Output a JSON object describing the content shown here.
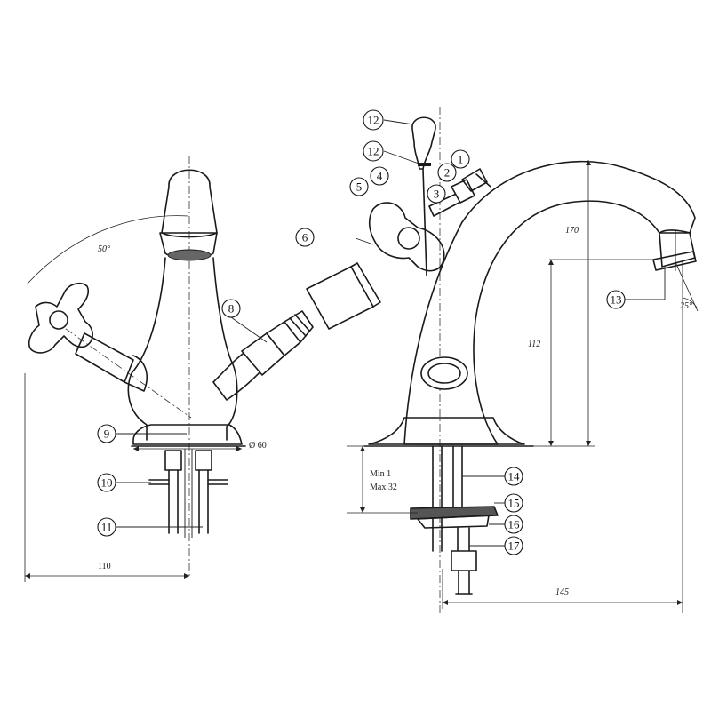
{
  "callouts": [
    {
      "id": "c1",
      "label": "1",
      "color": "#8fcf9f"
    },
    {
      "id": "c2",
      "label": "2",
      "color": "#8fcf9f"
    },
    {
      "id": "c3",
      "label": "3",
      "color": "#f0a030"
    },
    {
      "id": "c4",
      "label": "4",
      "color": "#f0a030"
    },
    {
      "id": "c5",
      "label": "5",
      "color": "#f0a030"
    },
    {
      "id": "c6",
      "label": "6",
      "color": null
    },
    {
      "id": "c8",
      "label": "8",
      "color": null
    },
    {
      "id": "c9",
      "label": "9",
      "color": null
    },
    {
      "id": "c10",
      "label": "10",
      "color": null
    },
    {
      "id": "c11",
      "label": "11",
      "color": null
    },
    {
      "id": "c12",
      "label": "12",
      "color": null
    },
    {
      "id": "c12b",
      "label": "12",
      "color": null
    },
    {
      "id": "c13",
      "label": "13",
      "color": null
    },
    {
      "id": "c14",
      "label": "14",
      "color": null
    },
    {
      "id": "c15",
      "label": "15",
      "color": "#a9a9d9"
    },
    {
      "id": "c16",
      "label": "16",
      "color": "#a9a9d9"
    },
    {
      "id": "c17",
      "label": "17",
      "color": "#a9a9d9"
    }
  ],
  "dimensions": {
    "angle_handle": "50°",
    "diameter": "Ø 60",
    "width_left": "110",
    "height_total": "170",
    "height_outlet": "112",
    "spout_angle": "25°",
    "reach": "145",
    "deck_min": "Min 1",
    "deck_max": "Max 32"
  }
}
